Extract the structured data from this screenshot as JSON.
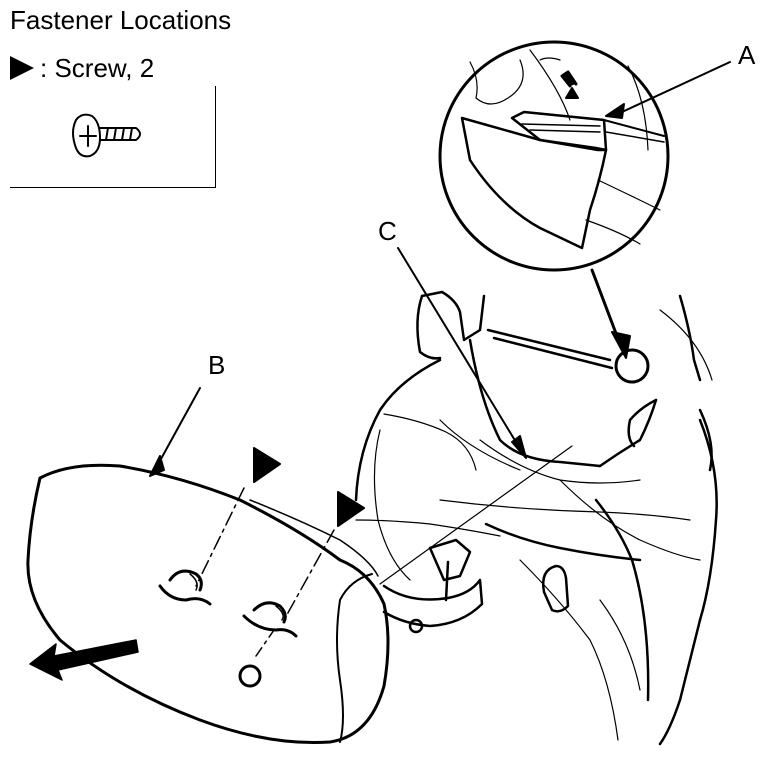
{
  "title": "Fastener Locations",
  "legend": {
    "icon": "screw-marker-triangle",
    "text": ": Screw, 2"
  },
  "callouts": {
    "a": "A",
    "b": "B",
    "c": "C"
  }
}
